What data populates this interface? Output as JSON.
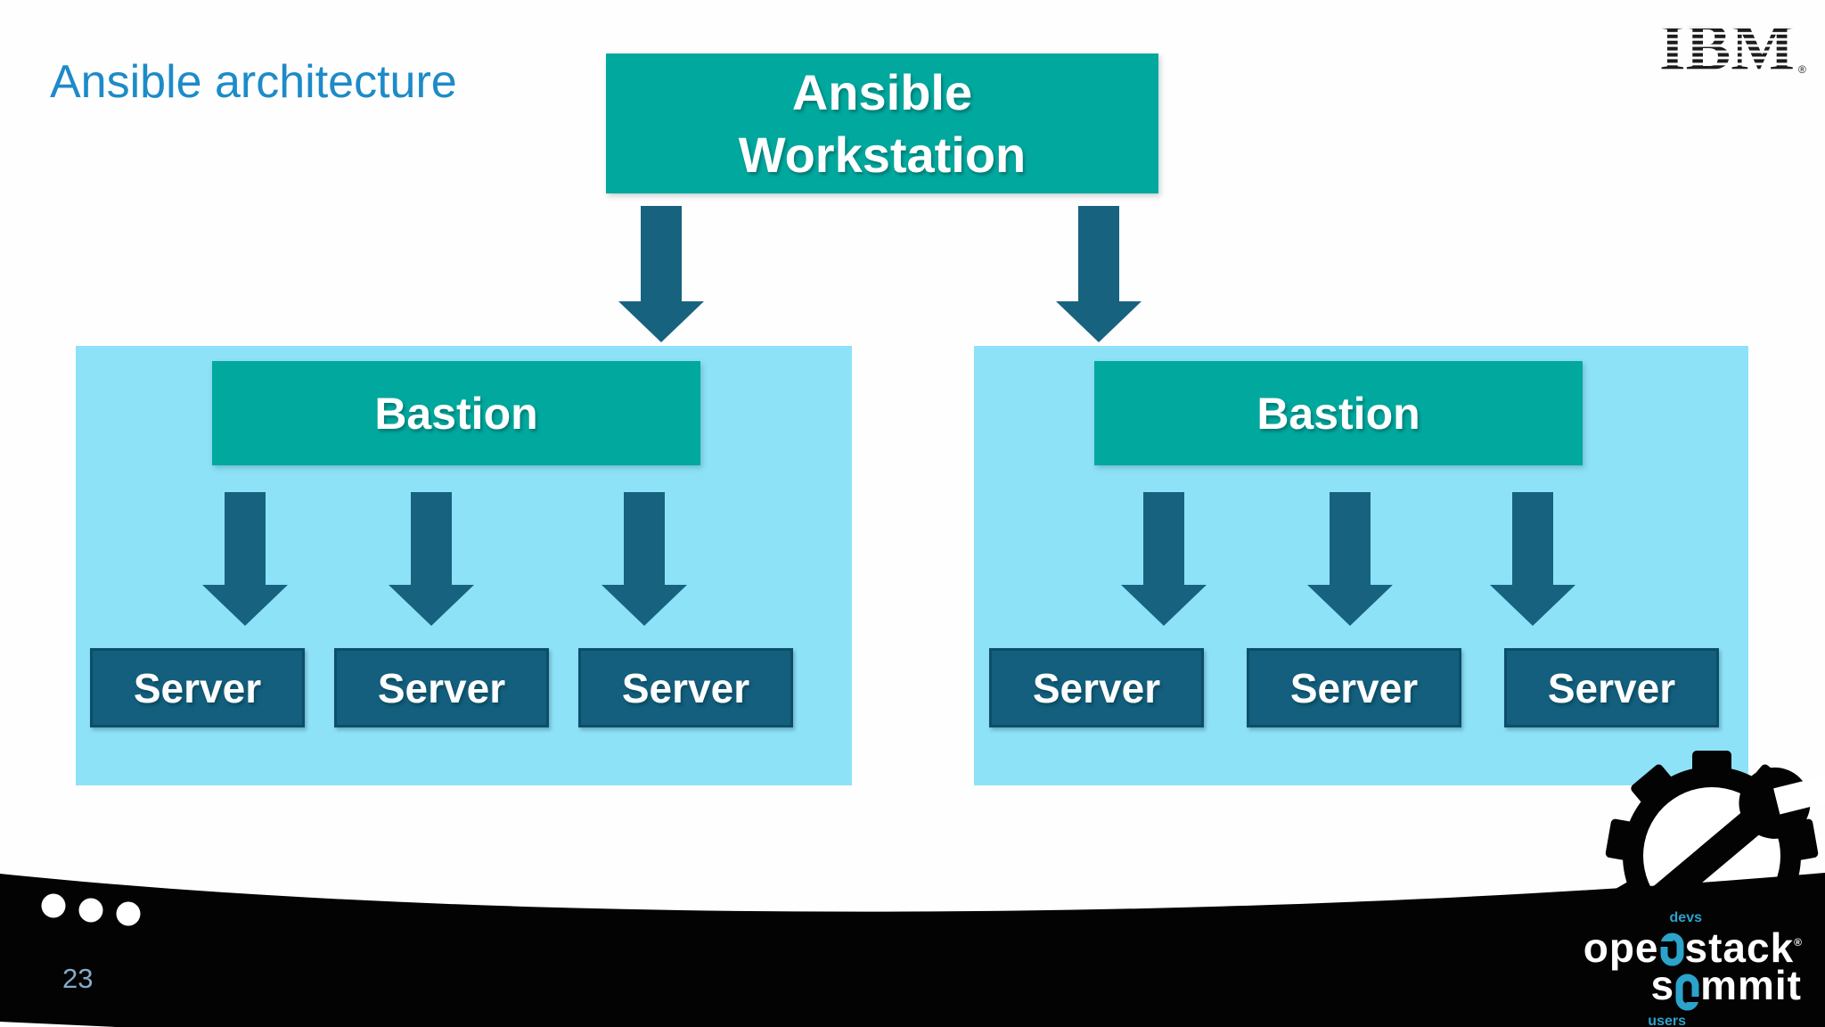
{
  "slide": {
    "title": "Ansible architecture",
    "page_number": "23",
    "brand": "IBM",
    "registered_mark": "®"
  },
  "diagram": {
    "workstation": {
      "line1": "Ansible",
      "line2": "Workstation"
    },
    "clusters": [
      {
        "bastion": "Bastion",
        "servers": [
          "Server",
          "Server",
          "Server"
        ]
      },
      {
        "bastion": "Bastion",
        "servers": [
          "Server",
          "Server",
          "Server"
        ]
      }
    ]
  },
  "footer": {
    "dots_count": 3,
    "logo": {
      "devs": "devs",
      "open_part": "ope",
      "stack_part": "stack",
      "registered": "®",
      "summit_s": "s",
      "summit_rest": "mmit",
      "users": "users"
    }
  },
  "colors": {
    "title_blue": "#1d8bc8",
    "node_teal": "#00a89d",
    "panel_light_blue": "#8ee2f8",
    "server_dark_teal": "#135f7d",
    "server_border": "#0c4e69",
    "arrow_dark_teal": "#17637f",
    "footer_black": "#030303",
    "openstack_blue": "#2ba3cb",
    "page_number_blue": "#84abc9",
    "text_white": "#ffffff"
  }
}
